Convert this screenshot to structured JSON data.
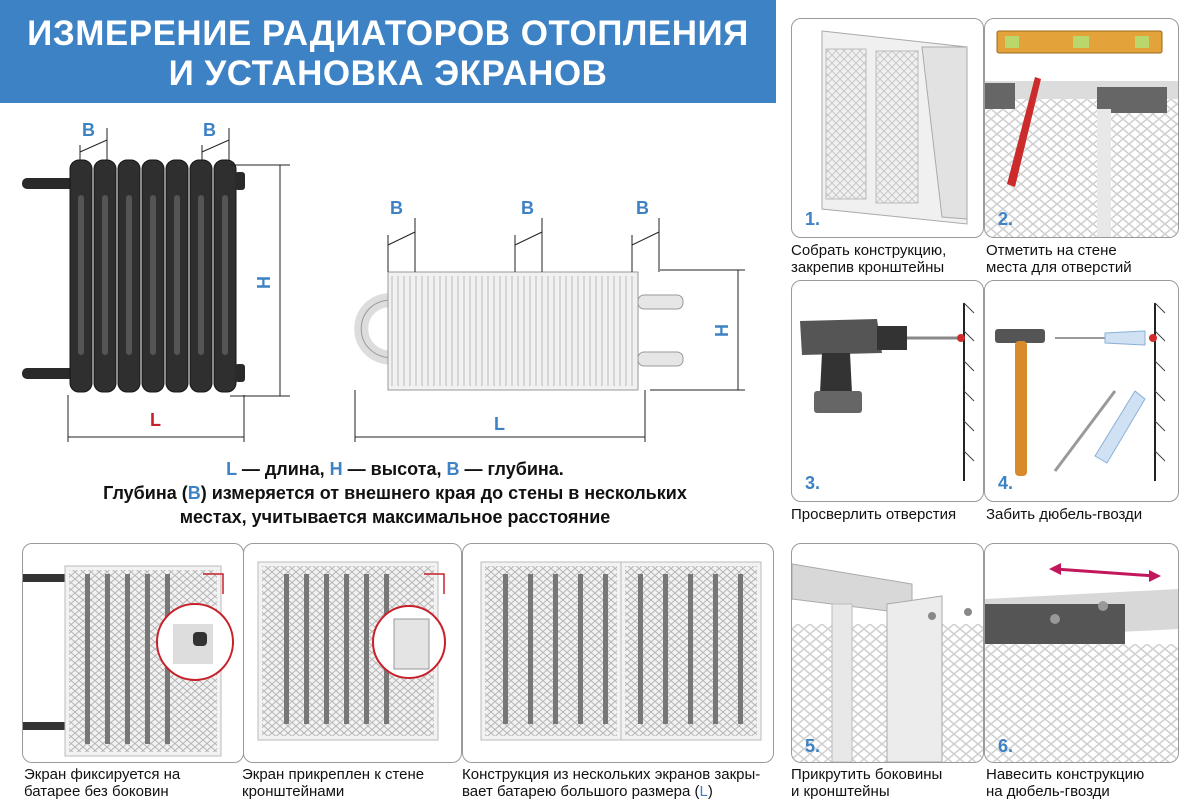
{
  "header": {
    "title_line1": "ИЗМЕРЕНИЕ РАДИАТОРОВ ОТОПЛЕНИЯ",
    "title_line2": "И УСТАНОВКА ЭКРАНОВ"
  },
  "dimensions": {
    "b": "B",
    "h": "H",
    "l": "L"
  },
  "legend": {
    "l_letter": "L",
    "l_text": " — длина, ",
    "h_letter": "H",
    "h_text": " — высота, ",
    "b_letter": "B",
    "b_text": " — глубина.",
    "line2_pre": "Глубина (",
    "line2_letter": "B",
    "line2_post": ") измеряется от внешнего края до стены в нескольких",
    "line3": "местах, учитывается максимальное расстояние"
  },
  "steps": [
    {
      "num": "1.",
      "line1": "Собрать конструкцию,",
      "line2": "закрепив кронштейны"
    },
    {
      "num": "2.",
      "line1": "Отметить на стене",
      "line2": "места для отверстий"
    },
    {
      "num": "3.",
      "line1": "Просверлить отверстия",
      "line2": ""
    },
    {
      "num": "4.",
      "line1": "Забить дюбель-гвозди",
      "line2": ""
    },
    {
      "num": "5.",
      "line1": "Прикрутить боковины",
      "line2": "и кронштейны"
    },
    {
      "num": "6.",
      "line1": "Навесить конструкцию",
      "line2": "на дюбель-гвозди"
    }
  ],
  "variants": [
    {
      "line1": "Экран фиксируется на",
      "line2": "батарее без боковин"
    },
    {
      "line1": "Экран прикреплен к стене",
      "line2": "кронштейнами"
    },
    {
      "line1": "Конструкция из нескольких экранов закры-",
      "line2_pre": "вает батарею большого размера (",
      "line2_letter": "L",
      "line2_post": ")"
    }
  ],
  "colors": {
    "brand_blue": "#3d82c4",
    "accent_red": "#c8202a",
    "accent_magenta": "#c2185b"
  }
}
